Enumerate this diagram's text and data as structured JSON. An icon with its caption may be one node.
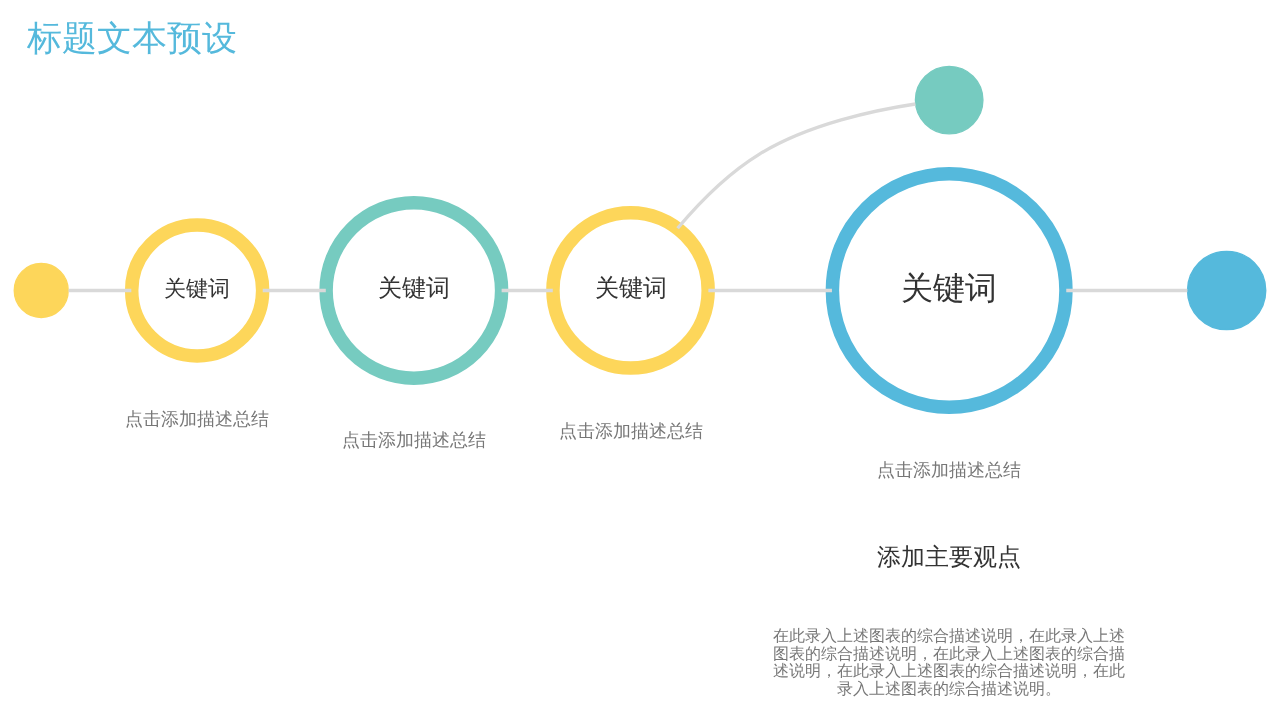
{
  "diagram": {
    "title": "标题文本预设",
    "nodes": [
      {
        "text": [],
        "shape": "circle"
      },
      {
        "text": [
          "关键词"
        ],
        "beside": [
          "点击添加描述总结"
        ]
      },
      {
        "text": [
          "关键词"
        ],
        "beside": [
          "点击添加描述总结"
        ]
      },
      {
        "text": [],
        "shape": "circle"
      },
      {
        "text": [
          "关键词"
        ],
        "beside": [
          "点击添加描述总结"
        ]
      },
      {
        "text": [
          "关键词"
        ],
        "beside": [
          "点击添加描述总结"
        ]
      },
      {
        "text": [],
        "shape": "circle"
      }
    ],
    "edges": [
      {
        "from": 0,
        "to": 1,
        "arrow": "none"
      },
      {
        "from": 1,
        "to": 2,
        "arrow": "none"
      },
      {
        "from": 2,
        "to": 4,
        "arrow": "none"
      },
      {
        "from": 4,
        "to": 3,
        "arrow": "none"
      },
      {
        "from": 4,
        "to": 5,
        "arrow": "none"
      },
      {
        "from": 5,
        "to": 6,
        "arrow": "none"
      }
    ],
    "labels": [
      "添加主要观点",
      "在此录入上述图表的综合描述说明，在此录入上述图表的综合描述说明，在此录入上述图表的综合描述说明，在此录入上述图表的综合描述说明，在此录入上述图表的综合描述说明。"
    ]
  }
}
